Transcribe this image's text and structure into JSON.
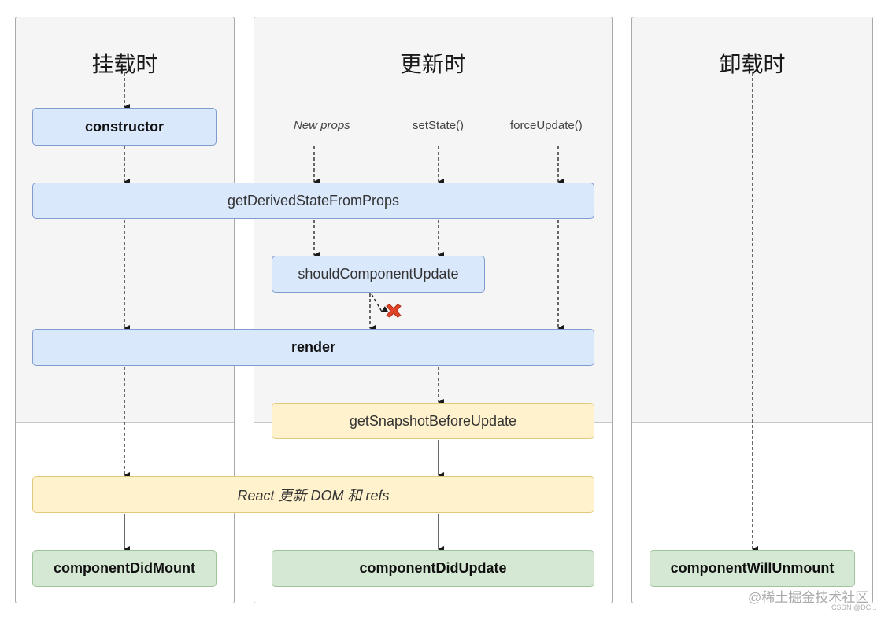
{
  "columns": {
    "mount": {
      "title": "挂载时"
    },
    "update": {
      "title": "更新时"
    },
    "unmount": {
      "title": "卸载时"
    }
  },
  "sources": {
    "new_props": "New props",
    "set_state": "setState()",
    "force_update": "forceUpdate()"
  },
  "nodes": {
    "constructor": "constructor",
    "get_derived_state_from_props": "getDerivedStateFromProps",
    "should_component_update": "shouldComponentUpdate",
    "render": "render",
    "get_snapshot_before_update": "getSnapshotBeforeUpdate",
    "react_updates_dom": "React 更新 DOM 和 refs",
    "component_did_mount": "componentDidMount",
    "component_did_update": "componentDidUpdate",
    "component_will_unmount": "componentWillUnmount"
  },
  "watermark": {
    "site": "@稀土掘金技术社区",
    "csdn": "CSDN @DC..."
  },
  "colors": {
    "blue_fill": "#dae8fc",
    "yellow_fill": "#fff2cc",
    "green_fill": "#d5e8d4",
    "reject_mark": "#d9371a"
  }
}
